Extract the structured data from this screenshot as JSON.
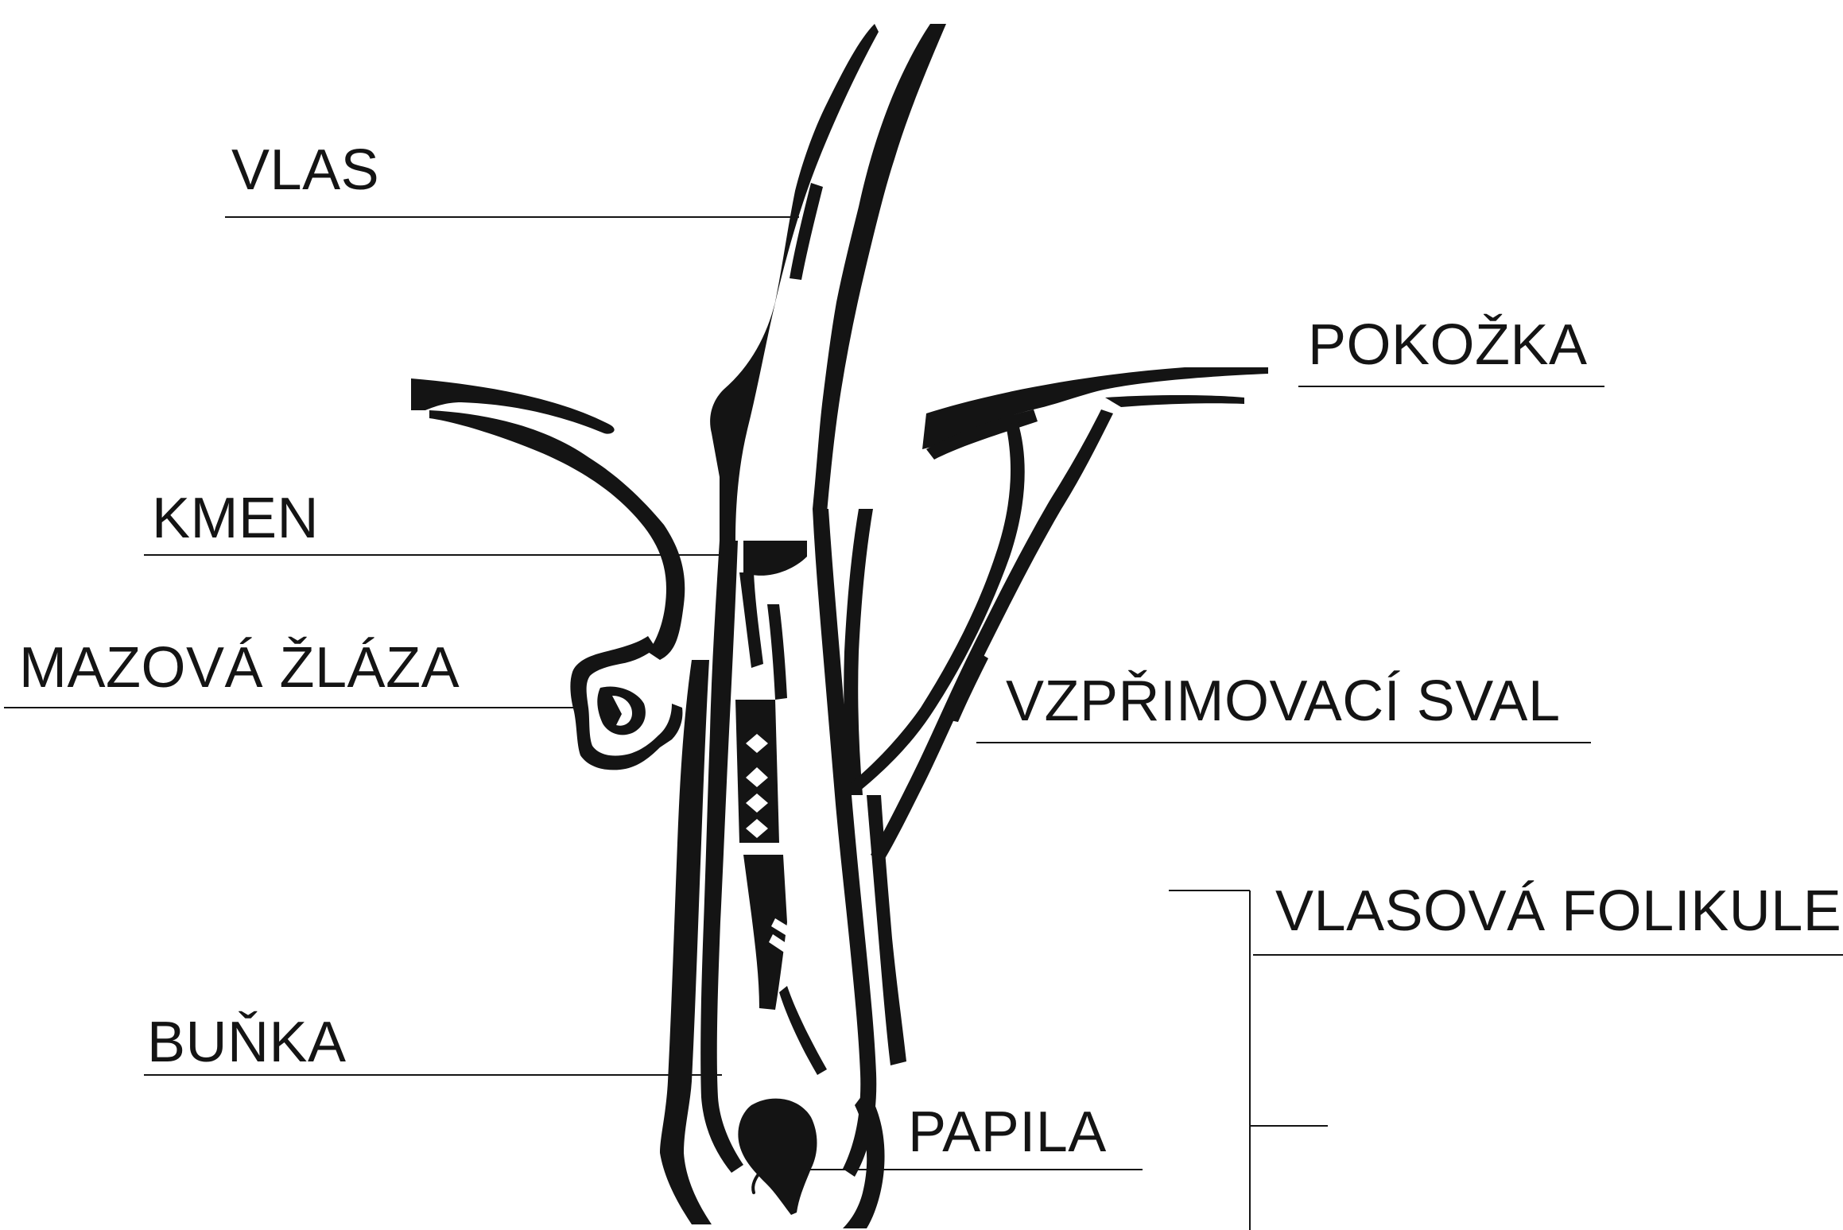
{
  "diagram": {
    "labels": {
      "vlas": "VLAS",
      "pokozka": "POKOŽKA",
      "kmen": "KMEN",
      "mazova_zlaza": "MAZOVÁ ŽLÁZA",
      "vzprimovaci_sval": "VZPŘIMOVACÍ SVAL",
      "vlasova_folikule": "VLASOVÁ FOLIKULE",
      "bunka": "BUŇKA",
      "papila": "PAPILA"
    },
    "colors": {
      "ink": "#141414",
      "background": "#ffffff"
    }
  }
}
